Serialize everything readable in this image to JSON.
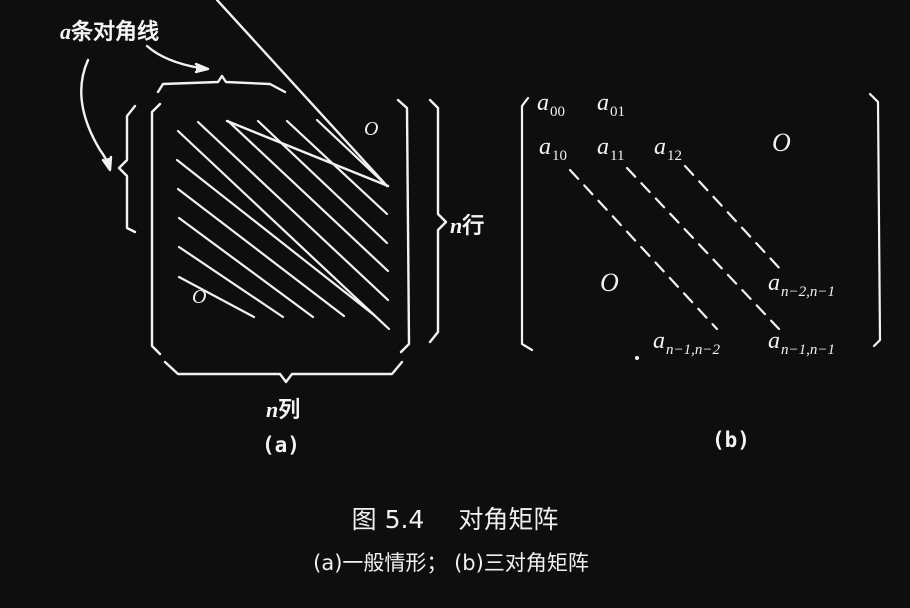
{
  "figure": {
    "number": "图 5.4",
    "title": "对角矩阵",
    "subcaption": "(a)一般情形； (b)三对角矩阵"
  },
  "panel_a": {
    "label": "(a)",
    "diagonals_label_var": "a",
    "diagonals_label_text": "条对角线",
    "rows_label_var": "n",
    "rows_label_text": "行",
    "cols_label_var": "n",
    "cols_label_text": "列",
    "zero_upper": "O",
    "zero_lower": "O",
    "hatch_lines": 11
  },
  "panel_b": {
    "label": "(b)",
    "entries": {
      "a00": {
        "base": "a",
        "sub": "00"
      },
      "a01": {
        "base": "a",
        "sub": "01"
      },
      "a10": {
        "base": "a",
        "sub": "10"
      },
      "a11": {
        "base": "a",
        "sub": "11"
      },
      "a12": {
        "base": "a",
        "sub": "12"
      },
      "an2n1": {
        "base": "a",
        "sub": "n−2,n−1"
      },
      "an1n2": {
        "base": "a",
        "sub": "n−1,n−2"
      },
      "an1n1": {
        "base": "a",
        "sub": "n−1,n−1"
      }
    },
    "zero_upper": "O",
    "zero_lower": "O"
  }
}
